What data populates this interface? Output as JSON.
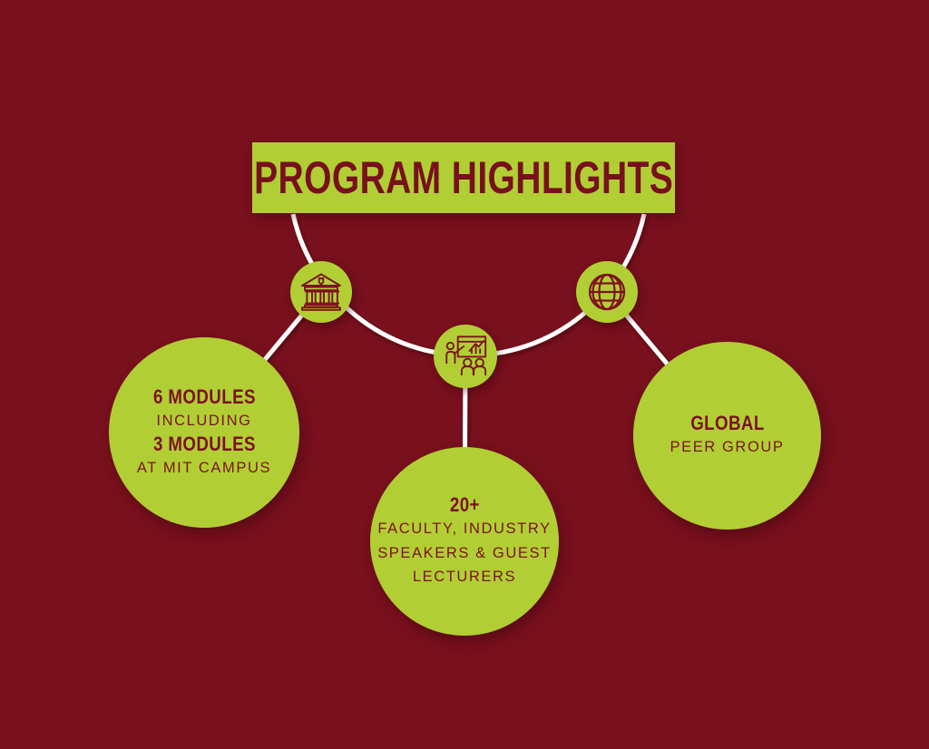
{
  "title": "PROGRAM HIGHLIGHTS",
  "colors": {
    "background_maroon": "#78101d",
    "accent_green": "#b1cf34",
    "text_maroon": "#7d1120",
    "connector_white": "#ffffff"
  },
  "icons": [
    {
      "name": "campus-building-icon"
    },
    {
      "name": "presentation-chart-icon"
    },
    {
      "name": "globe-icon"
    }
  ],
  "highlights": [
    {
      "icon": "campus-building-icon",
      "lines": [
        {
          "text": "6 MODULES",
          "style": "bold"
        },
        {
          "text": "INCLUDING",
          "style": "regular"
        },
        {
          "text": "3 MODULES",
          "style": "bold"
        },
        {
          "text": "AT MIT CAMPUS",
          "style": "regular"
        }
      ]
    },
    {
      "icon": "presentation-chart-icon",
      "lines": [
        {
          "text": "20+",
          "style": "bold"
        },
        {
          "text": "FACULTY, INDUSTRY",
          "style": "regular"
        },
        {
          "text": "SPEAKERS & GUEST",
          "style": "regular"
        },
        {
          "text": "LECTURERS",
          "style": "regular"
        }
      ]
    },
    {
      "icon": "globe-icon",
      "lines": [
        {
          "text": "GLOBAL",
          "style": "bold"
        },
        {
          "text": "PEER GROUP",
          "style": "regular"
        }
      ]
    }
  ]
}
